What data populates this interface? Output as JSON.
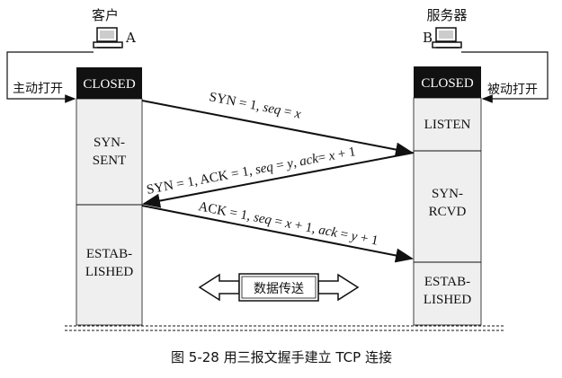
{
  "client": {
    "title": "客户",
    "label": "A",
    "open_action": "主动打开",
    "closed_state": "CLOSED",
    "states": [
      {
        "line1": "SYN-",
        "line2": "SENT"
      },
      {
        "line1": "ESTAB-",
        "line2": "LISHED"
      }
    ]
  },
  "server": {
    "title": "服务器",
    "label": "B",
    "open_action": "被动打开",
    "closed_state": "CLOSED",
    "states": [
      {
        "line1": "LISTEN",
        "line2": ""
      },
      {
        "line1": "SYN-",
        "line2": "RCVD"
      },
      {
        "line1": "ESTAB-",
        "line2": "LISHED"
      }
    ]
  },
  "messages": [
    {
      "parts": [
        "SYN",
        " = 1, ",
        "seq",
        " = ",
        "x"
      ]
    },
    {
      "parts": [
        "SYN",
        " = 1, ",
        "ACK",
        " = 1, ",
        "seq",
        " = ",
        "y",
        ", ",
        "ack",
        "= ",
        "x",
        " + 1"
      ]
    },
    {
      "parts": [
        "ACK",
        " = 1, ",
        "seq",
        " = ",
        "x",
        " + 1, ",
        "ack",
        " = ",
        "y",
        " + 1"
      ]
    }
  ],
  "data_transfer": "数据传送",
  "caption": "图 5-28  用三报文握手建立 TCP 连接",
  "colors": {
    "column_fill": "#efefef",
    "closed_fill": "#111111",
    "ink": "#111111"
  },
  "icons": {
    "client_computer": "computer-icon",
    "server_computer": "computer-icon",
    "transfer_arrow": "double-arrow-icon"
  }
}
